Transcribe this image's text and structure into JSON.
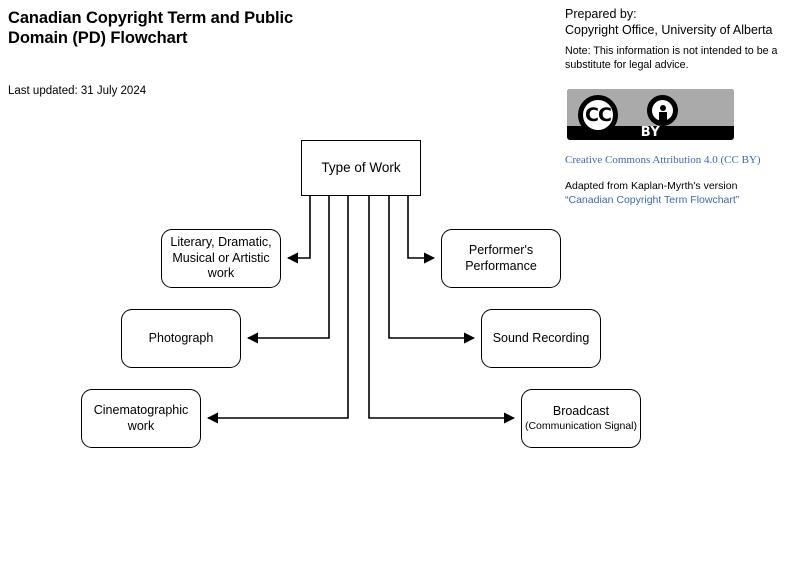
{
  "header": {
    "title": "Canadian Copyright Term and Public Domain (PD) Flowchart",
    "last_updated": "Last updated: 31 July 2024",
    "prepared_by_label": "Prepared by:",
    "prepared_by_value": "Copyright Office, University of Alberta",
    "note": "Note:  This information is not intended to be a substitute for legal advice.",
    "cc_badge": {
      "cc_mark": "CC",
      "by_label": "BY",
      "person_icon": "person-icon"
    },
    "cc_license_link": "Creative Commons Attribution 4.0 (CC BY)",
    "adapted_line": "Adapted from Kaplan-Myrth's version",
    "adapted_link": "“Canadian Copyright Term Flowchart”",
    "link_color": "#3c6bb0"
  },
  "flowchart": {
    "root": {
      "label": "Type of Work"
    },
    "nodes": [
      {
        "label": "Literary, Dramatic, Musical or Artistic work",
        "sub": ""
      },
      {
        "label": "Photograph",
        "sub": ""
      },
      {
        "label": "Cinematographic work",
        "sub": ""
      },
      {
        "label": "Performer's Performance",
        "sub": ""
      },
      {
        "label": "Sound Recording",
        "sub": ""
      },
      {
        "label": "Broadcast",
        "sub": "(Communication Signal)"
      }
    ]
  }
}
